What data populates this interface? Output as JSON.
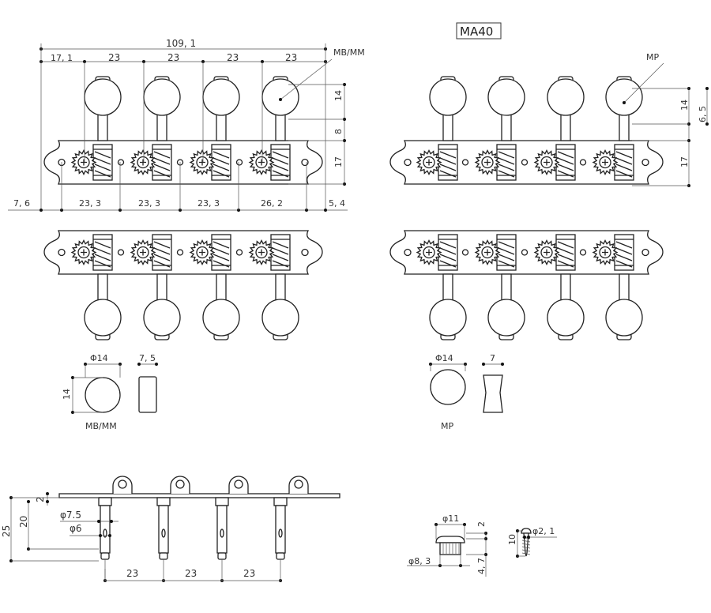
{
  "model": "MA40",
  "top_left": {
    "overall_width": "109, 1",
    "top_dims": [
      "17, 1",
      "23",
      "23",
      "23",
      "23"
    ],
    "bottom_dims": [
      "7, 6",
      "23, 3",
      "23, 3",
      "23, 3",
      "26, 2",
      "5, 4"
    ],
    "side_dims": [
      "14",
      "8",
      "17"
    ],
    "callout": "MB/MM"
  },
  "top_right": {
    "side_dims": [
      "14",
      "6, 5",
      "17"
    ],
    "callout": "MP"
  },
  "knob_mb": {
    "diameter": "Φ14",
    "thickness": "7, 5",
    "height": "14",
    "label": "MB/MM"
  },
  "knob_mp": {
    "diameter": "Φ14",
    "thickness": "7",
    "label": "MP"
  },
  "side_view": {
    "dims": [
      "25",
      "20",
      "2"
    ],
    "post_dims": [
      "φ7.5",
      "φ6"
    ],
    "spacing": [
      "23",
      "23",
      "23"
    ]
  },
  "bushing": {
    "top": "φ11",
    "bottom": "φ8, 3",
    "height_top": "2",
    "height_body": "4, 7"
  },
  "screw": {
    "length": "10",
    "diameter": "φ2, 1"
  }
}
